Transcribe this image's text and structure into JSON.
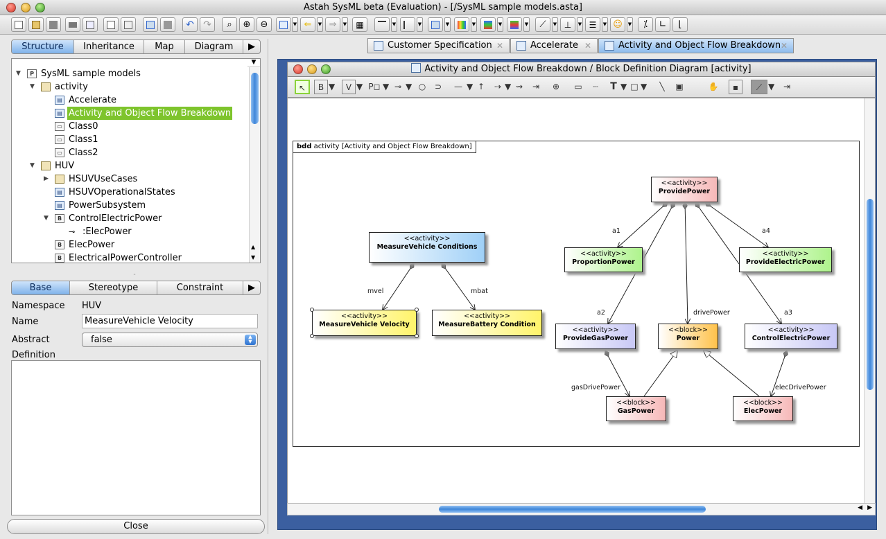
{
  "window_title": "Astah SysML beta (Evaluation) - [/SysML sample models.asta]",
  "left_tabs": [
    "Structure",
    "Inheritance",
    "Map",
    "Diagram"
  ],
  "tree": [
    {
      "label": "SysML sample models",
      "icon": "project-icon"
    },
    {
      "label": "activity",
      "icon": "folder-icon"
    },
    {
      "label": "Accelerate",
      "icon": "diagram-icon"
    },
    {
      "label": "Activity and Object Flow Breakdown",
      "icon": "diagram-icon",
      "selected": true
    },
    {
      "label": "Class0",
      "icon": "class-icon"
    },
    {
      "label": "Class1",
      "icon": "class-icon"
    },
    {
      "label": "Class2",
      "icon": "class-icon"
    },
    {
      "label": "HUV",
      "icon": "folder-icon"
    },
    {
      "label": "HSUVUseCases",
      "icon": "folder-icon"
    },
    {
      "label": "HSUVOperationalStates",
      "icon": "diagram-icon"
    },
    {
      "label": "PowerSubsystem",
      "icon": "diagram-icon"
    },
    {
      "label": "ControlElectricPower",
      "icon": "block-icon"
    },
    {
      "label": ":ElecPower",
      "icon": "property-icon"
    },
    {
      "label": "ElecPower",
      "icon": "block-icon"
    },
    {
      "label": "ElectricalPowerController",
      "icon": "block-icon"
    }
  ],
  "prop_tabs": [
    "Base",
    "Stereotype",
    "Constraint"
  ],
  "props": {
    "namespace_label": "Namespace",
    "namespace_value": "HUV",
    "name_label": "Name",
    "name_value": "MeasureVehicle Velocity",
    "abstract_label": "Abstract",
    "abstract_value": "false",
    "definition_label": "Definition"
  },
  "close_label": "Close",
  "doc_tabs": [
    "Customer Specification",
    "Accelerate",
    "Activity and Object Flow Breakdown"
  ],
  "diagram_title": "Activity and Object Flow Breakdown / Block Definition Diagram [activity]",
  "frame": {
    "kind": "bdd",
    "label": "activity [Activity and Object Flow Breakdown]"
  },
  "blocks": {
    "mvc": {
      "stereotype": "<<activity>>",
      "name": "MeasureVehicle Conditions",
      "color": "#aad4f5"
    },
    "mvv": {
      "stereotype": "<<activity>>",
      "name": "MeasureVehicle Velocity",
      "color": "#fffb70"
    },
    "mbc": {
      "stereotype": "<<activity>>",
      "name": "MeasureBattery Condition",
      "color": "#fffb70"
    },
    "pp": {
      "stereotype": "<<activity>>",
      "name": "ProvidePower",
      "color": "#f9c8c8"
    },
    "prop": {
      "stereotype": "<<activity>>",
      "name": "ProportionPower",
      "color": "#b8f59a"
    },
    "pep": {
      "stereotype": "<<activity>>",
      "name": "ProvideElectricPower",
      "color": "#b8f59a"
    },
    "pgp": {
      "stereotype": "<<activity>>",
      "name": "ProvideGasPower",
      "color": "#d8d8f8"
    },
    "pow": {
      "stereotype": "<<block>>",
      "name": "Power",
      "color": "#ffd070"
    },
    "cep": {
      "stereotype": "<<activity>>",
      "name": "ControlElectricPower",
      "color": "#d8d8f8"
    },
    "gas": {
      "stereotype": "<<block>>",
      "name": "GasPower",
      "color": "#f9c8c8"
    },
    "elec": {
      "stereotype": "<<block>>",
      "name": "ElecPower",
      "color": "#f9c8c8"
    }
  },
  "edge_labels": {
    "mvel": "mvel",
    "mbat": "mbat",
    "a1": "a1",
    "a4": "a4",
    "a2": "a2",
    "a3": "a3",
    "drivePower": "drivePower",
    "gasDrivePower": "gasDrivePower",
    "elecDrivePower": "elecDrivePower"
  }
}
